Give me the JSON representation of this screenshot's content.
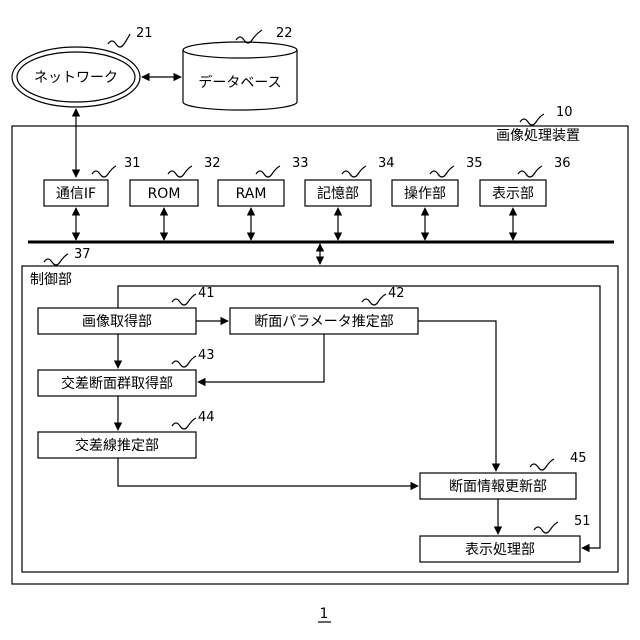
{
  "external": {
    "network_label": "ネットワーク",
    "database_label": "データベース",
    "network_ref": "21",
    "database_ref": "22"
  },
  "device": {
    "title": "画像処理装置",
    "ref": "10"
  },
  "components": [
    {
      "id": "comm-if",
      "label": "通信IF",
      "ref": "31"
    },
    {
      "id": "rom",
      "label": "ROM",
      "ref": "32"
    },
    {
      "id": "ram",
      "label": "RAM",
      "ref": "33"
    },
    {
      "id": "storage",
      "label": "記憶部",
      "ref": "34"
    },
    {
      "id": "operation",
      "label": "操作部",
      "ref": "35"
    },
    {
      "id": "display",
      "label": "表示部",
      "ref": "36"
    }
  ],
  "controller": {
    "title": "制御部",
    "ref": "37",
    "blocks": [
      {
        "id": "image-acquisition",
        "label": "画像取得部",
        "ref": "41"
      },
      {
        "id": "section-param-estimation",
        "label": "断面パラメータ推定部",
        "ref": "42"
      },
      {
        "id": "cross-section-group",
        "label": "交差断面群取得部",
        "ref": "43"
      },
      {
        "id": "cross-line-estimation",
        "label": "交差線推定部",
        "ref": "44"
      },
      {
        "id": "section-info-update",
        "label": "断面情報更新部",
        "ref": "45"
      },
      {
        "id": "display-processing",
        "label": "表示処理部",
        "ref": "51"
      }
    ]
  },
  "figure_label": "1"
}
